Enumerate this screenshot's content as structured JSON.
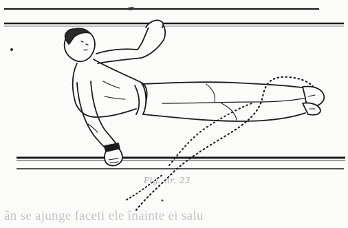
{
  "figure": {
    "caption": "Fig. nr. 23",
    "illustration_alt": "gymnast-swinging-between-parallel-bars"
  },
  "text": {
    "continuation_line": "ân se ajunge faceti ele înainte ei salu"
  },
  "colors": {
    "ink": "#1c1c1c",
    "faded_ink": "#bdbdbd",
    "paper": "#fbfbfa"
  }
}
